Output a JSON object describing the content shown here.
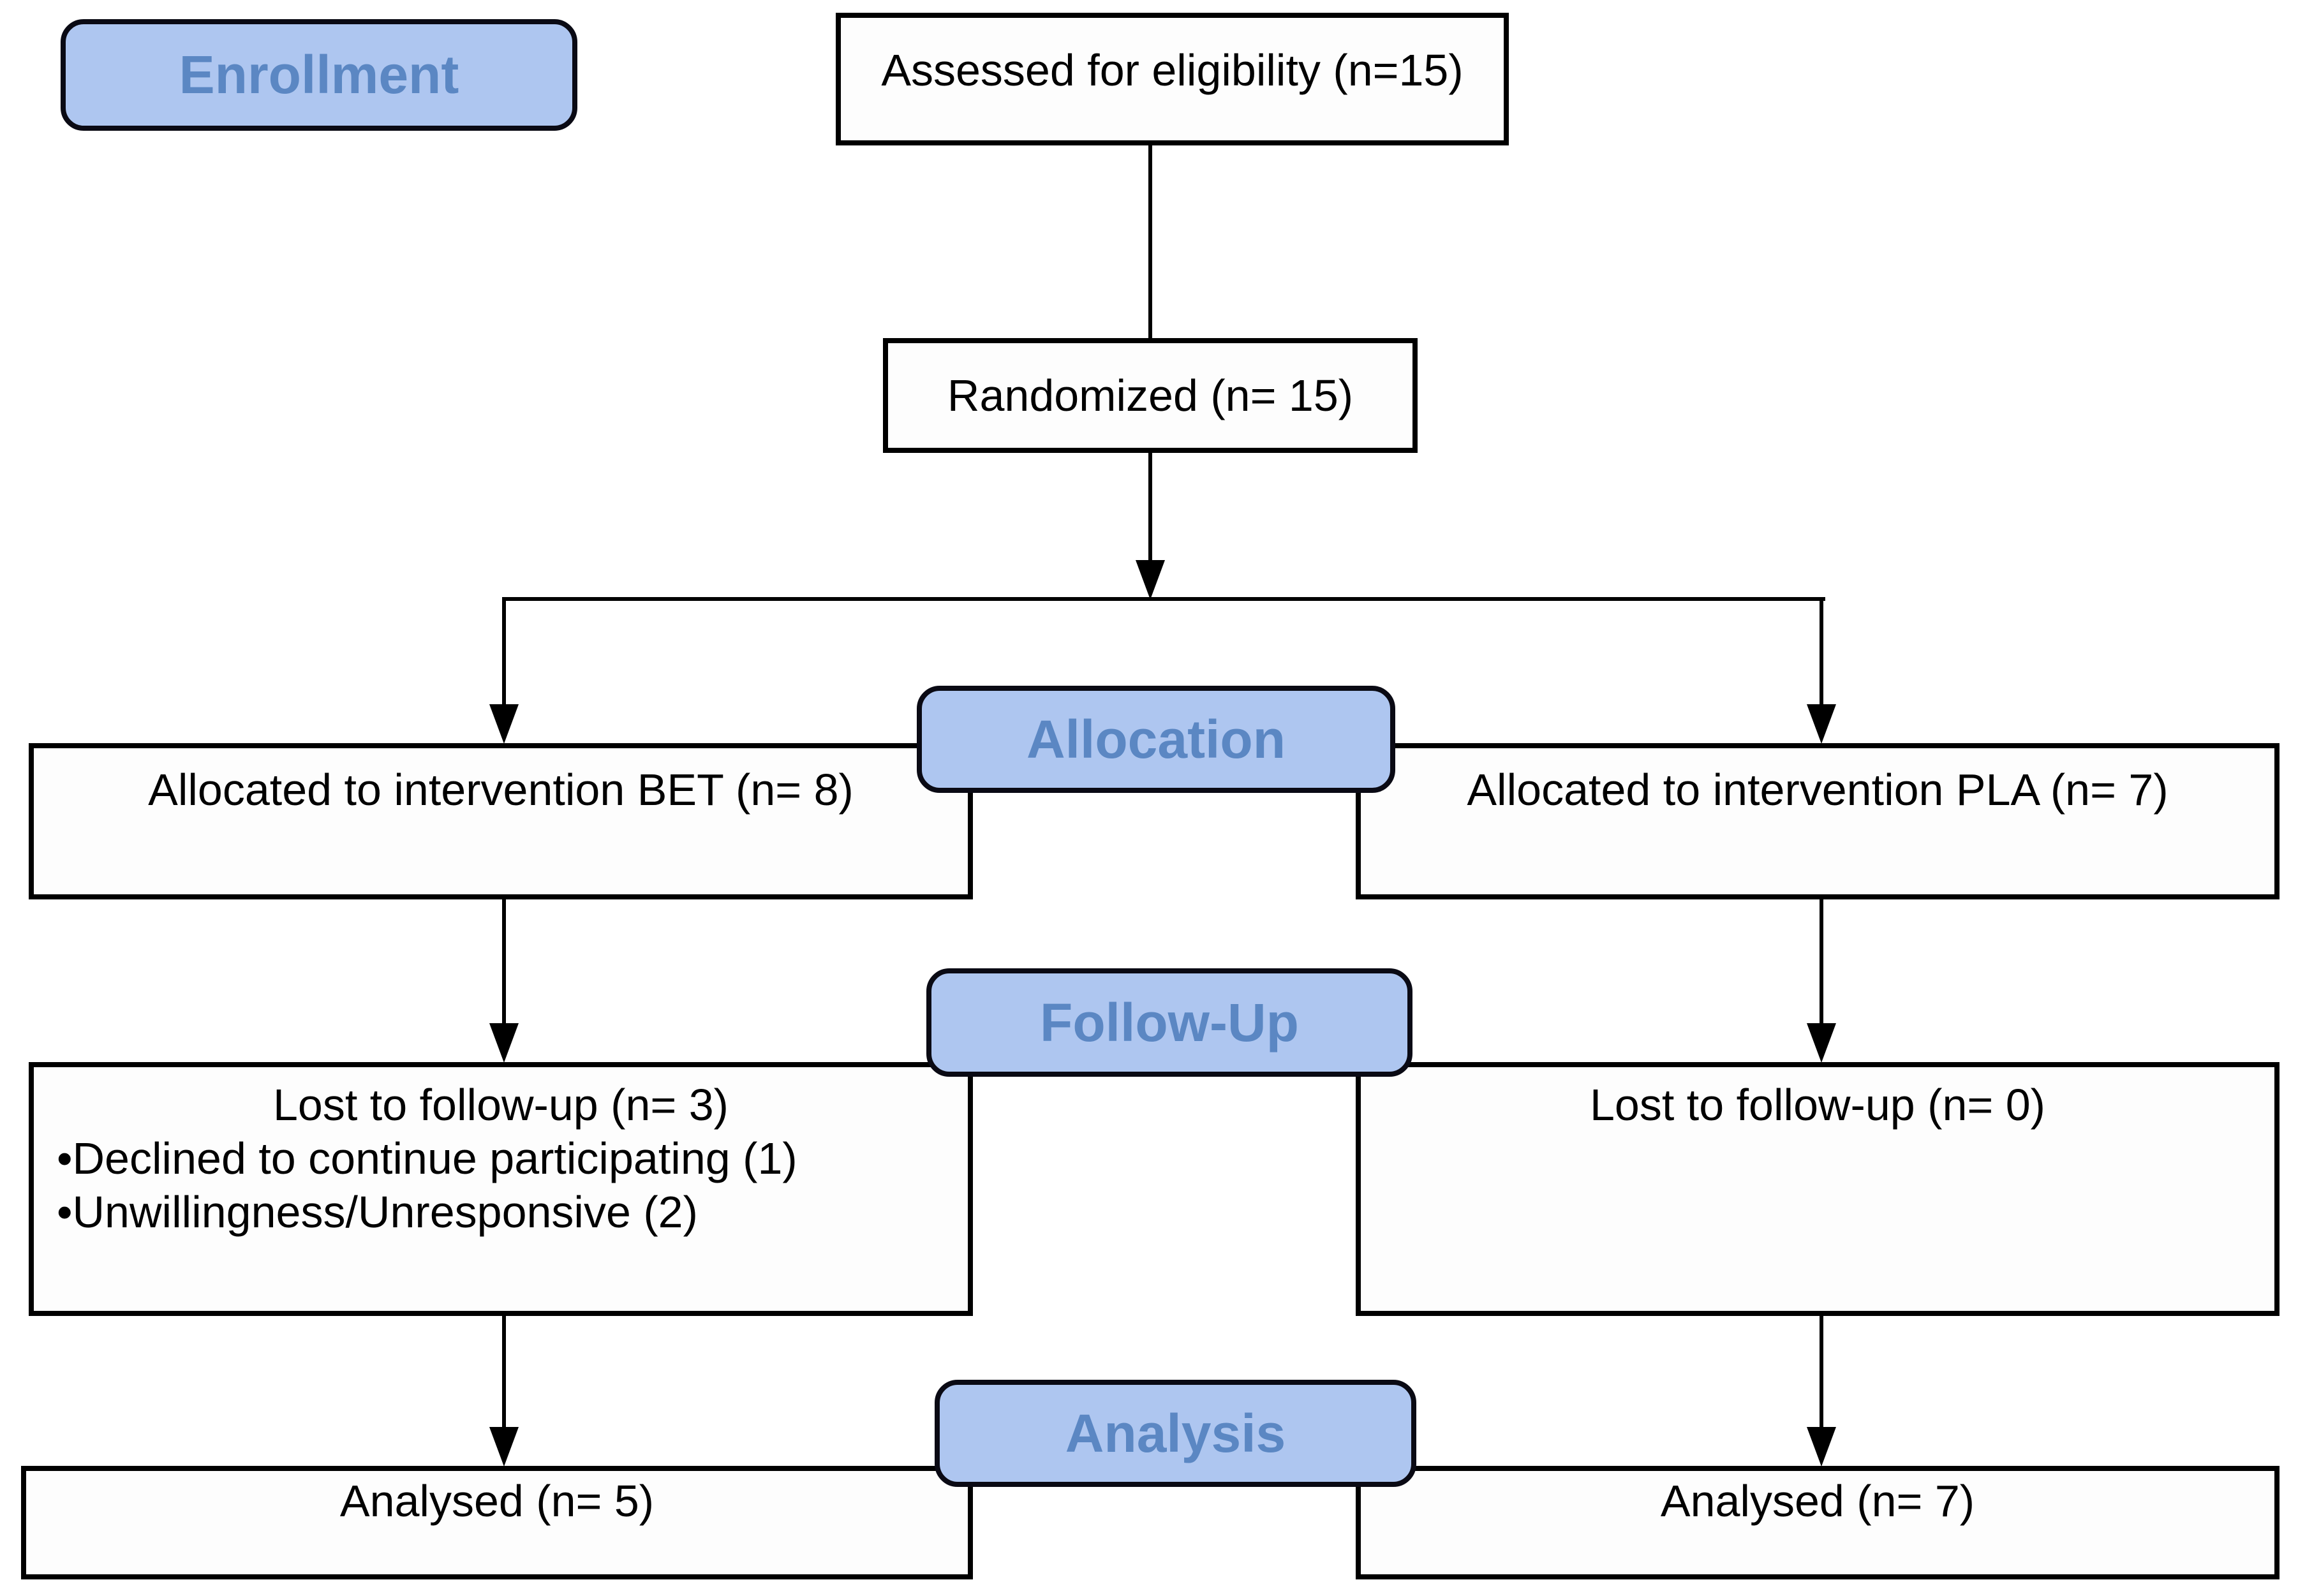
{
  "stages": {
    "enrollment": "Enrollment",
    "allocation": "Allocation",
    "followup": "Follow-Up",
    "analysis": "Analysis"
  },
  "boxes": {
    "assessed": "Assessed for eligibility (n=15)",
    "randomized": "Randomized (n= 15)",
    "alloc_bet": "Allocated to intervention BET (n= 8)",
    "alloc_pla": "Allocated to intervention PLA (n= 7)",
    "lost_bet_title": "Lost to follow-up (n= 3)",
    "lost_bet_bullets": [
      "•Declined to continue participating (1)",
      "•Unwillingness/Unresponsive (2)"
    ],
    "lost_pla": "Lost to follow-up (n= 0)",
    "analysed_bet": "Analysed (n= 5)",
    "analysed_pla": "Analysed (n= 7)"
  },
  "colors": {
    "stage_fill": "#aec6f0",
    "stage_text": "#5b87c3",
    "box_fill": "#fdfdfd",
    "line": "#000000"
  }
}
